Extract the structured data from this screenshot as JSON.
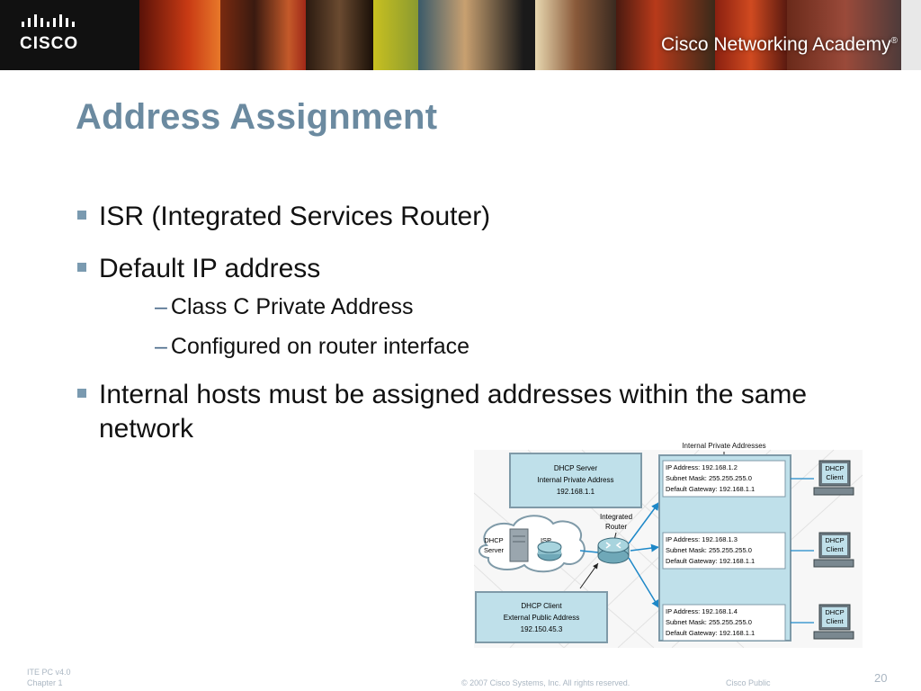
{
  "header": {
    "logo_text": "CISCO",
    "academy_label": "Cisco Networking Academy",
    "academy_mark": "®"
  },
  "slide": {
    "title": "Address Assignment",
    "bullets": {
      "isr": "ISR (Integrated Services Router)",
      "default_ip": "Default IP address",
      "class_c": "Class C Private Address",
      "configured": "Configured on router interface",
      "internal_hosts": "Internal hosts must be assigned addresses within the same network"
    }
  },
  "diagram": {
    "top_label": "Internal Private Addresses",
    "dhcp_server_box": [
      "DHCP Server",
      "Internal Private Address",
      "192.168.1.1"
    ],
    "router_label": [
      "Integrated",
      "Router"
    ],
    "cloud": {
      "server_label": [
        "DHCP",
        "Server"
      ],
      "isp_label": "ISP"
    },
    "dhcp_client_box": [
      "DHCP Client",
      "External Public Address",
      "192.150.45.3"
    ],
    "hosts": [
      {
        "ip": "IP Address:  192.168.1.2",
        "mask": "Subnet Mask: 255.255.255.0",
        "gw": "Default Gateway: 192.168.1.1"
      },
      {
        "ip": "IP Address: 192.168.1.3",
        "mask": "Subnet Mask: 255.255.255.0",
        "gw": "Default Gateway: 192.168.1.1"
      },
      {
        "ip": "IP Address: 192.168.1.4",
        "mask": " Subnet Mask: 255.255.255.0",
        "gw": "Default Gateway: 192.168.1.1"
      }
    ],
    "client_label": [
      "DHCP",
      "Client"
    ],
    "colors": {
      "box_fill": "#bfe0ea",
      "box_stroke": "#7f9aa8",
      "arrow": "#1e88c8"
    }
  },
  "footer": {
    "course": "ITE PC v4.0",
    "chapter": "Chapter 1",
    "copyright": "© 2007 Cisco Systems, Inc. All rights reserved.",
    "classification": "Cisco Public",
    "page": "20"
  }
}
